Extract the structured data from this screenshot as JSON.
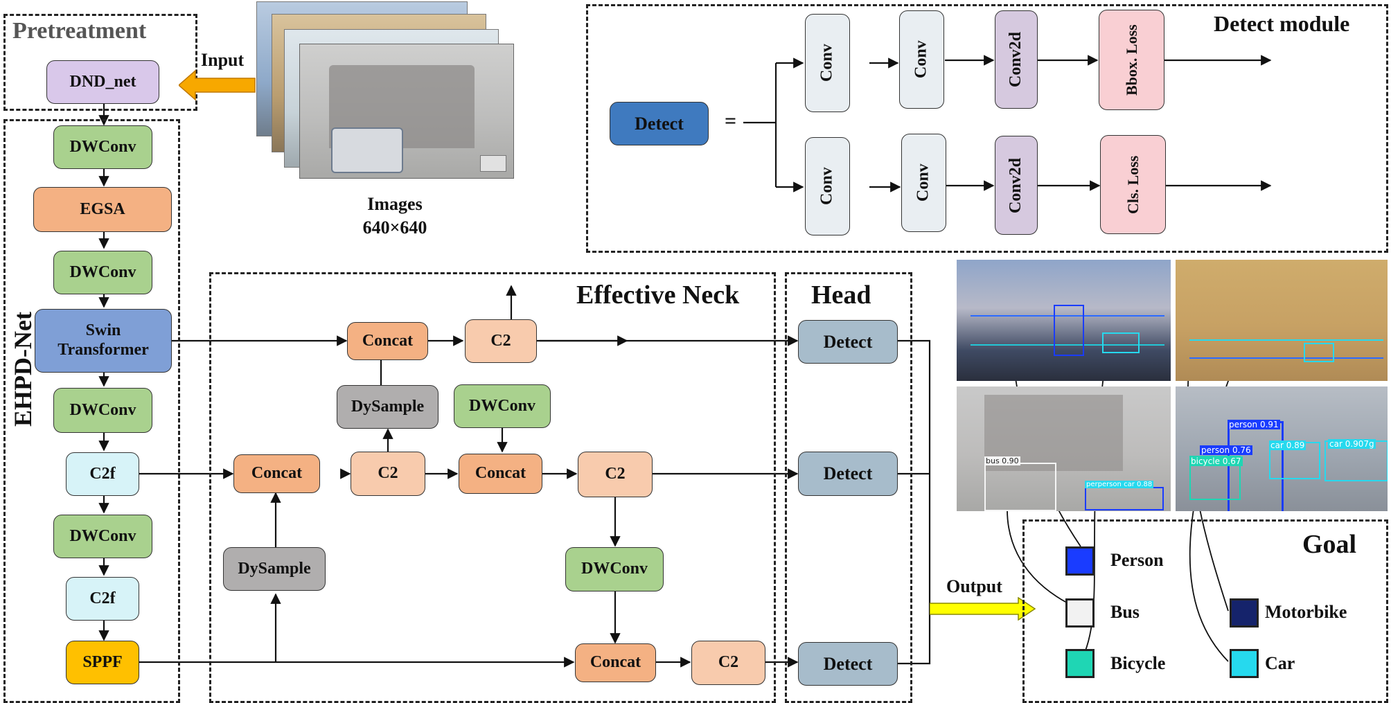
{
  "regions": {
    "pretreatment": "Pretreatment",
    "backbone": "EHPD-Net",
    "detect_module": "Detect module",
    "neck": "Effective Neck",
    "head": "Head",
    "goal": "Goal"
  },
  "backbone": {
    "dnd": "DND_net",
    "dwconv1": "DWConv",
    "egsa": "EGSA",
    "dwconv2": "DWConv",
    "swin": "Swin Transformer",
    "dwconv3": "DWConv",
    "c2f1": "C2f",
    "dwconv4": "DWConv",
    "c2f2": "C2f",
    "sppf": "SPPF"
  },
  "input": {
    "label": "Input",
    "caption_line1": "Images",
    "caption_line2": "640×640"
  },
  "detect_module": {
    "detect": "Detect",
    "equals": "=",
    "top": [
      "Conv",
      "Conv",
      "Conv2d",
      "Bbox. Loss"
    ],
    "bottom": [
      "Conv",
      "Conv",
      "Conv2d",
      "Cls. Loss"
    ]
  },
  "neck": {
    "concat_top": "Concat",
    "c2_top": "C2",
    "dysample_top": "DySample",
    "dwconv_mid": "DWConv",
    "concat_mid_left": "Concat",
    "c2_mid_left": "C2",
    "concat_mid_right": "Concat",
    "c2_mid_right": "C2",
    "dysample_bottom": "DySample",
    "dwconv_bottom": "DWConv",
    "concat_bottom": "Concat",
    "c2_bottom": "C2"
  },
  "head": {
    "detect1": "Detect",
    "detect2": "Detect",
    "detect3": "Detect"
  },
  "output_label": "Output",
  "detections": {
    "bus": "bus 0.90",
    "person_car": "perperson car 0.88",
    "person_top": "person 0.91",
    "person_mid": "person 0.76",
    "car1": "car 0.89",
    "car2": "car 0.907g",
    "bicycle": "bicycle 0.67"
  },
  "legend": [
    {
      "label": "Person",
      "color": "#1a3cff"
    },
    {
      "label": "Bus",
      "color": "#f2f2f2"
    },
    {
      "label": "Bicycle",
      "color": "#1fd6b4"
    },
    {
      "label": "Motorbike",
      "color": "#15236b"
    },
    {
      "label": "Car",
      "color": "#26d9ee"
    }
  ],
  "colors": {
    "green": "#a9d18e",
    "orange": "#f4b183",
    "peach": "#f8cbad",
    "lightcyan": "#d7f3f8",
    "lavender": "#d9c8ea",
    "blue": "#7f9fd6",
    "gray": "#b0aeae",
    "sppf": "#ffc000",
    "detect_dark": "#3f7abf",
    "head_detect": "#a7bccb",
    "conv": "#e9eef2",
    "conv2d": "#d6c9df",
    "loss": "#f9cfd3",
    "input_arrow": "#f7a800",
    "output_arrow": "#ffff00"
  }
}
